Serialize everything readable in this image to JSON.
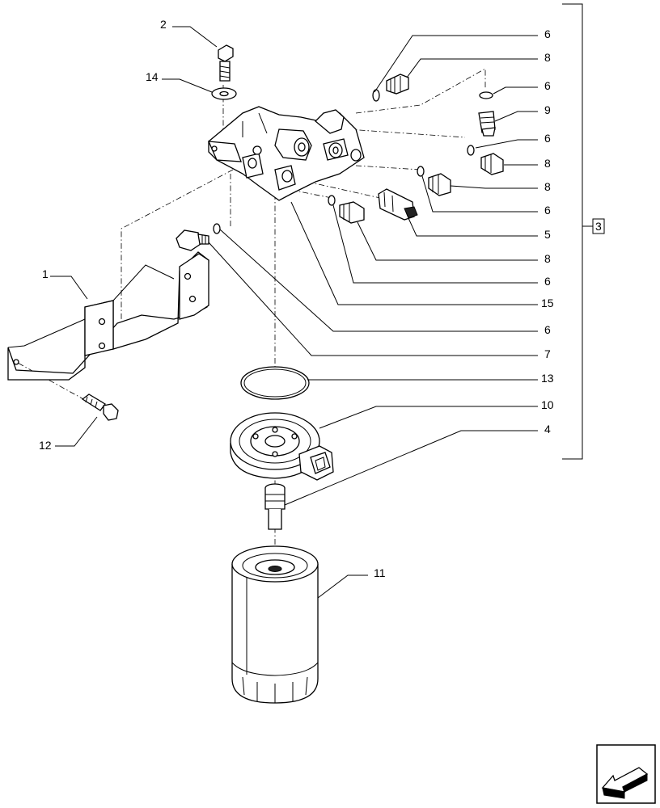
{
  "callouts": {
    "c1": "1",
    "c2": "2",
    "c3": "3",
    "c4": "4",
    "c5": "5",
    "c6a": "6",
    "c6b": "6",
    "c6c": "6",
    "c6d": "6",
    "c6e": "6",
    "c6f": "6",
    "c7": "7",
    "c8a": "8",
    "c8b": "8",
    "c8c": "8",
    "c8d": "8",
    "c9": "9",
    "c10": "10",
    "c11": "11",
    "c12": "12",
    "c13": "13",
    "c14": "14",
    "c15": "15"
  },
  "icons": {
    "navigation": "arrow-back-icon"
  }
}
